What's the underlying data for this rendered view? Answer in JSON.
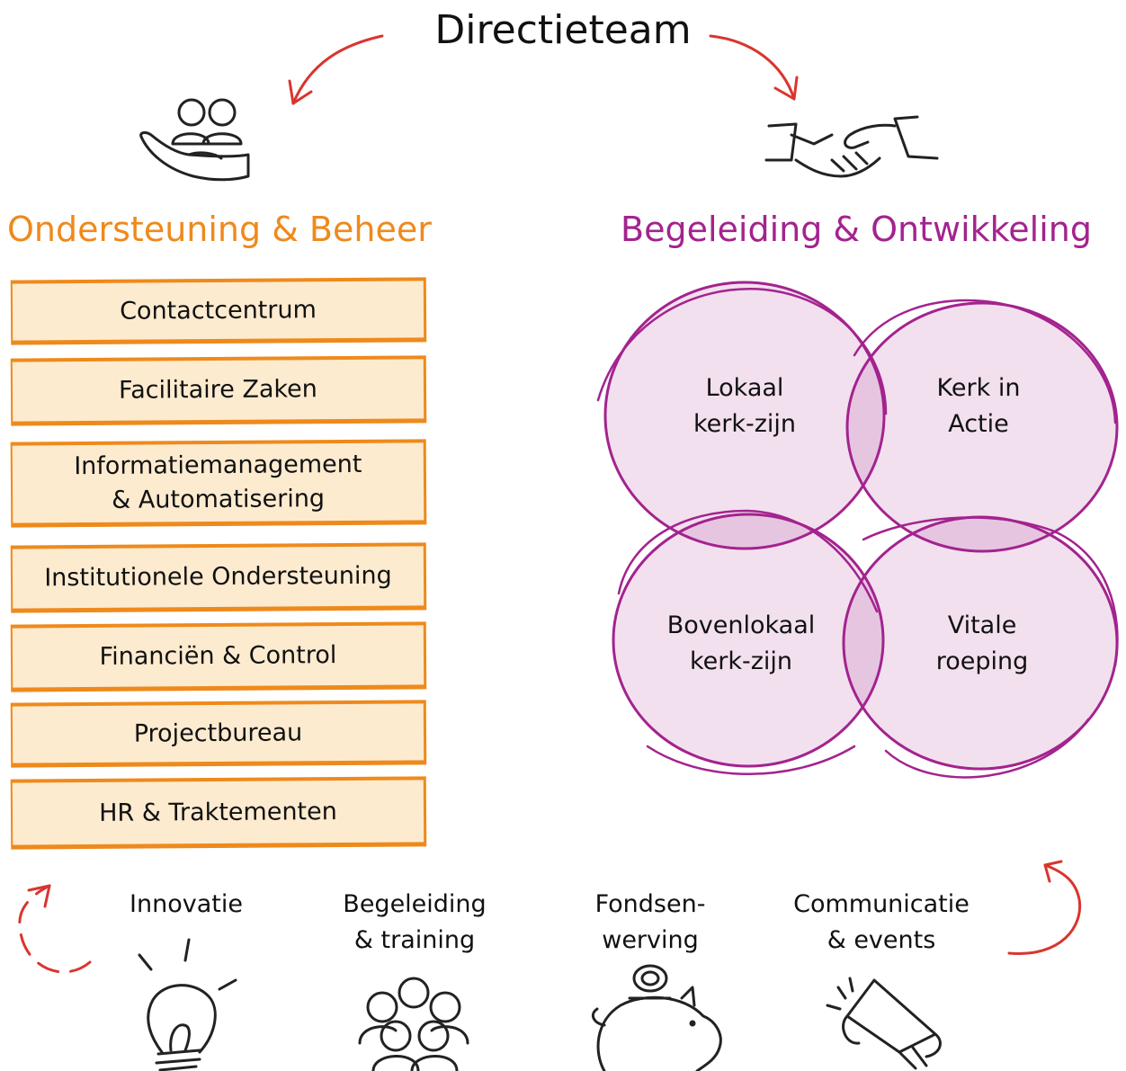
{
  "title": "Directieteam",
  "left_section": {
    "title": "Ondersteuning & Beheer",
    "boxes": [
      "Contactcentrum",
      "Facilitaire Zaken",
      "Informatiemanagement",
      "& Automatisering",
      "Institutionele Ondersteuning",
      "Financiën & Control",
      "Projectbureau",
      "HR & Traktementen"
    ]
  },
  "right_section": {
    "title": "Begeleiding & Ontwikkeling",
    "circles": [
      {
        "line1": "Lokaal",
        "line2": "kerk-zijn"
      },
      {
        "line1": "Kerk in",
        "line2": "Actie"
      },
      {
        "line1": "Bovenlokaal",
        "line2": "kerk-zijn"
      },
      {
        "line1": "Vitale",
        "line2": "roeping"
      }
    ]
  },
  "bottom_items": [
    {
      "line1": "Innovatie",
      "line2": "",
      "icon": "lightbulb-icon"
    },
    {
      "line1": "Begeleiding",
      "line2": "& training",
      "icon": "group-icon"
    },
    {
      "line1": "Fondsen-",
      "line2": "werving",
      "icon": "piggy-bank-icon"
    },
    {
      "line1": "Communicatie",
      "line2": "& events",
      "icon": "megaphone-icon"
    }
  ],
  "colors": {
    "orange": "#ee8a1c",
    "box_fill": "#fdebd0",
    "purple": "#a3238e",
    "circle_fill": "#e8d5e6",
    "arrow_red": "#d9352e"
  }
}
